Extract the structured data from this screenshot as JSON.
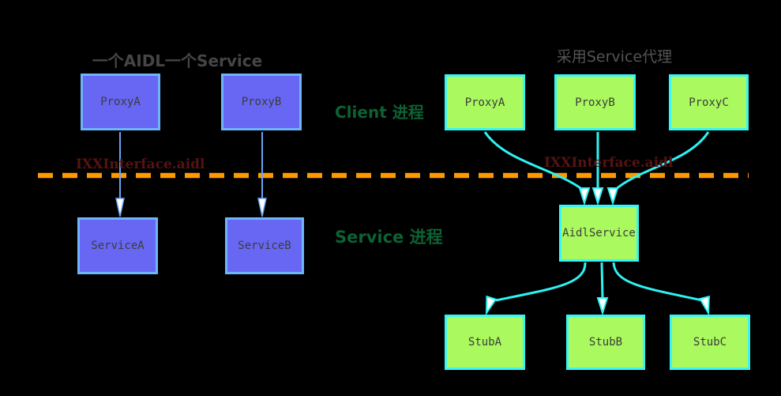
{
  "diagram": {
    "left": {
      "title": "一个AIDL一个Service",
      "proxy_boxes": [
        "ProxyA",
        "ProxyB"
      ],
      "service_boxes": [
        "ServiceA",
        "ServiceB"
      ],
      "interface_label": "IXXInterface.aidl"
    },
    "right": {
      "title": "采用Service代理",
      "proxy_boxes": [
        "ProxyA",
        "ProxyB",
        "ProxyC"
      ],
      "aidl_service_label": "AidlService",
      "stub_boxes": [
        "StubA",
        "StubB",
        "StubC"
      ],
      "interface_label": "IXXInterface.aidl"
    },
    "process_labels": {
      "client": "Client 进程",
      "service": "Service 进程"
    },
    "colors": {
      "background": "#000000",
      "purple_fill": "#6767f3",
      "purple_border": "#6db5fb",
      "green_fill": "#aaf95e",
      "green_border": "#37f6f6",
      "arrow_blue": "#69a3f5",
      "arrow_cyan": "#2ef2f2",
      "divider_orange": "#ff9900",
      "interface_label_color": "#561313",
      "process_label_color": "#0d6233",
      "title_gray": "#454545",
      "box_text": "#3c3c3c"
    }
  }
}
